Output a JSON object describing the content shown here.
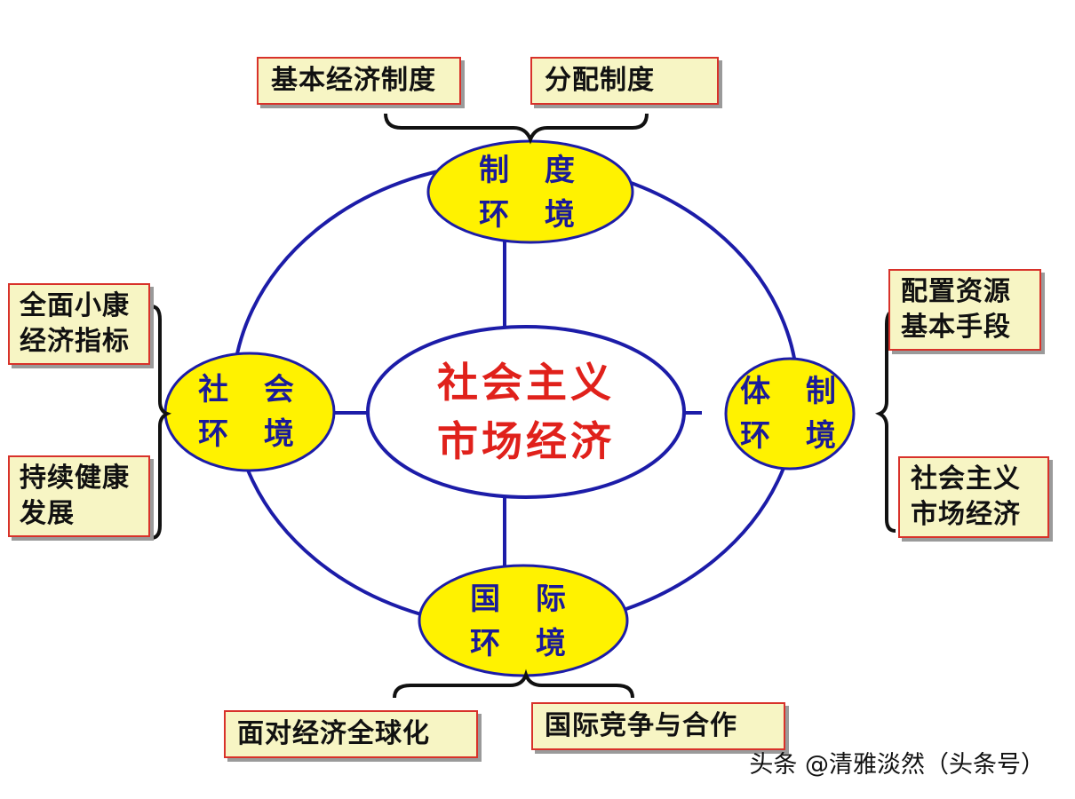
{
  "center": {
    "label": "社会主义\n市场经济"
  },
  "nodes": {
    "top": {
      "label": "制 度\n环 境"
    },
    "right": {
      "label": "体 制\n环 境"
    },
    "bottom": {
      "label": "国 际\n环 境"
    },
    "left": {
      "label": "社 会\n环 境"
    }
  },
  "boxes": {
    "top_left": "基本经济制度",
    "top_right": "分配制度",
    "left_top": "全面小康\n经济指标",
    "left_bottom": "持续健康\n发展",
    "right_top": "配置资源\n基本手段",
    "right_bottom": "社会主义\n市场经济",
    "bottom_left": "面对经济全球化",
    "bottom_right": "国际竞争与合作"
  },
  "watermark": "头条 @清雅淡然（头条号）",
  "colors": {
    "line": "#1c1ca8",
    "node_fill": "#fff200",
    "box_fill": "#f7f5c4",
    "box_border": "#d8322a",
    "center_text": "#e0211b",
    "node_text": "#1a1a99"
  }
}
